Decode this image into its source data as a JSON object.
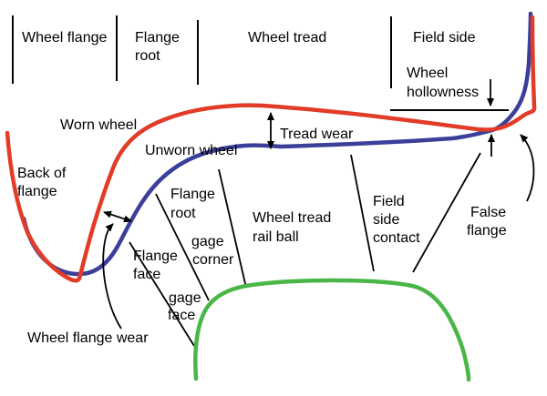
{
  "colors": {
    "worn_wheel": "#e23b28",
    "unworn_wheel": "#3c3f99",
    "rail": "#4bb648",
    "annotation": "#000000",
    "background": "#ffffff"
  },
  "zones": {
    "wheel_flange": "Wheel flange",
    "flange_root": [
      "Flange",
      "root"
    ],
    "wheel_tread": "Wheel tread",
    "field_side": "Field side"
  },
  "labels": {
    "wheel_hollowness": [
      "Wheel",
      "hollowness"
    ],
    "worn_wheel": "Worn wheel",
    "unworn_wheel": "Unworn wheel",
    "tread_wear": "Tread wear",
    "back_of_flange": [
      "Back of",
      "flange"
    ],
    "flange_root": [
      "Flange",
      "root"
    ],
    "gage_corner": [
      "gage",
      "corner"
    ],
    "flange_face": [
      "Flange",
      "face"
    ],
    "gage_face": [
      "gage",
      "face"
    ],
    "wheel_tread_rail_ball": [
      "Wheel tread",
      "rail ball"
    ],
    "field_side_contact": [
      "Field",
      "side",
      "contact"
    ],
    "false_flange": [
      "False",
      "flange"
    ],
    "wheel_flange_wear": "Wheel flange wear"
  }
}
